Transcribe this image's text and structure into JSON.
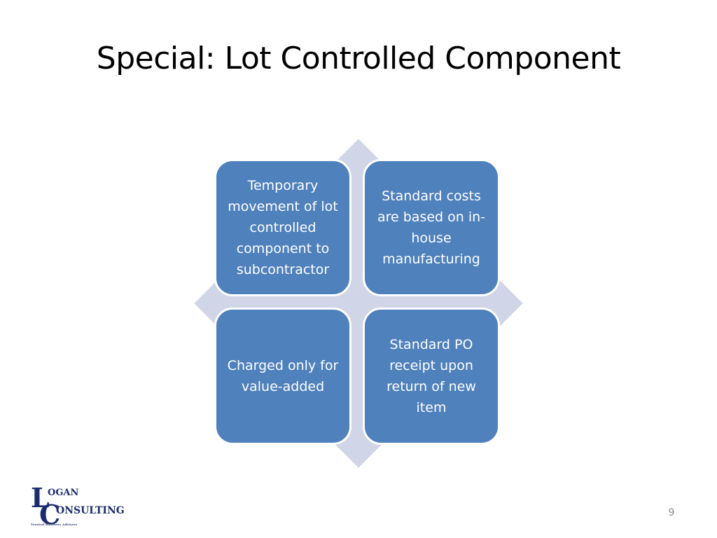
{
  "slide": {
    "title": "Special: Lot Controlled Component",
    "page_number": "9"
  },
  "diagram": {
    "boxes": [
      {
        "position": "top-left",
        "text": "Temporary movement of lot controlled component to subcontractor"
      },
      {
        "position": "top-right",
        "text": "Standard costs are based on in-house manufacturing"
      },
      {
        "position": "bottom-left",
        "text": "Charged only for value-added"
      },
      {
        "position": "bottom-right",
        "text": "Standard PO receipt upon return of new item"
      }
    ]
  },
  "logo": {
    "initial_l": "L",
    "ogan": "OGAN",
    "initial_c": "C",
    "onsulting": "ONSULTING",
    "tagline": "Trusted Business Advisors"
  },
  "colors": {
    "box_fill": "#4f81bd",
    "diamond_fill": "#d0d6e8",
    "logo_navy": "#1c2d6e",
    "title_text": "#000000"
  }
}
